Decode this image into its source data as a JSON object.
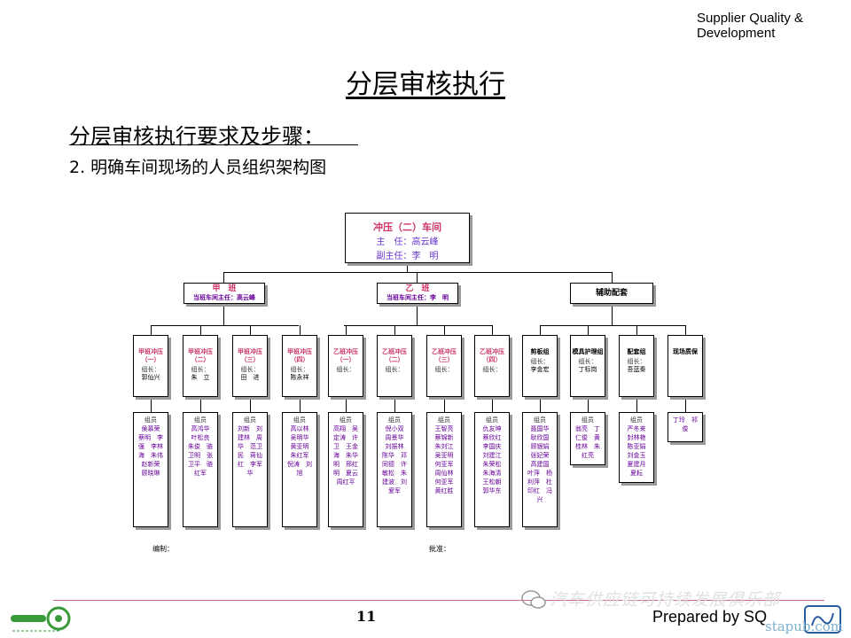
{
  "header": {
    "tag_line1": "Supplier Quality &",
    "tag_line2": "Development"
  },
  "title": "分层审核执行",
  "subtitle": "分层审核执行要求及步骤：",
  "step": "2. 明确车间现场的人员组织架构图",
  "org": {
    "root": {
      "name": "冲压（二）车间",
      "director": "主　任：高云峰",
      "deputy": "副主任：李　明"
    },
    "shifts": [
      {
        "name": "甲　班",
        "sub": "当班车间主任：高云峰"
      },
      {
        "name": "乙　班",
        "sub": "当班车间主任：李　明"
      },
      {
        "name": "辅助配套",
        "sub": ""
      }
    ],
    "teams": [
      {
        "name": "甲班冲压（一）",
        "leader_label": "组长：",
        "leader": "郭仙兴"
      },
      {
        "name": "甲班冲压（二）",
        "leader_label": "组长：",
        "leader": "朱　立"
      },
      {
        "name": "甲班冲压（三）",
        "leader_label": "组长：",
        "leader": "田　进"
      },
      {
        "name": "甲班冲压（四）",
        "leader_label": "组长：",
        "leader": "陈永祥"
      },
      {
        "name": "乙班冲压（一）",
        "leader_label": "组长：",
        "leader": ""
      },
      {
        "name": "乙班冲压（二）",
        "leader_label": "组长：",
        "leader": ""
      },
      {
        "name": "乙班冲压（三）",
        "leader_label": "组长：",
        "leader": ""
      },
      {
        "name": "乙班冲压（四）",
        "leader_label": "组长：",
        "leader": ""
      },
      {
        "name": "剪板组",
        "leader_label": "组长：",
        "leader": "李金宏"
      },
      {
        "name": "模具护理组",
        "leader_label": "组长：",
        "leader": "丁标岗"
      },
      {
        "name": "配套组",
        "leader_label": "组长：",
        "leader": "吾蓝秦"
      },
      {
        "name": "现场质保",
        "leader_label": "",
        "leader": ""
      }
    ],
    "members": [
      {
        "label": "组员",
        "names": "侯慕荣　蔡明　李强　李林海　朱伟　赵新荣　顾晓琳"
      },
      {
        "label": "组员",
        "names": "高鸿华　叶松良　朱俊　骆卫明　张卫平　骆红军"
      },
      {
        "label": "组员",
        "names": "刘新　刘建林　周华　范卫民　蒋仙红　李军华"
      },
      {
        "label": "组员",
        "names": "高以林　吴明华　黄亚明　朱红军　倪涛　刘旭"
      },
      {
        "label": "组员",
        "names": "高翔　吴定涛　许卫　王金海　朱华明　邢红明　夏云　周红平"
      },
      {
        "label": "组员",
        "names": "倪小双　周景华　刘振林　陈华　邓同德　许敏松　朱建波　刘爱军"
      },
      {
        "label": "组员",
        "names": "王智亮　蔡锦新　朱刘江　吴亚明　何亚军　周仙林　何亚军　黄红胜"
      },
      {
        "label": "组员",
        "names": "仇友坤　蔡欣红　李国庆　刘建江　朱荣松　朱海清　王松朝　郭华东"
      },
      {
        "label": "组员",
        "names": "聂国华　耿欣国　顾银娟　张妃荣　高建国　叶萍　杨利萍　杜印红　冯兴"
      },
      {
        "label": "组员",
        "names": "翁亮　丁仁俊　黄桂林　朱红亮"
      },
      {
        "label": "组员",
        "names": "严冬来　封林艳　陈亚娟　刘金玉　夏建月　夏耘"
      },
      {
        "label": "",
        "names": "丁玲　祁俊"
      }
    ]
  },
  "sign": {
    "compiled": "编制：",
    "approved": "批准："
  },
  "footer": {
    "page": "11",
    "prepared": "Prepared by SQ",
    "wechat": "汽车供应链可持续发展俱乐部",
    "watermark": "stapub.com"
  },
  "colors": {
    "accent": "#cc3366",
    "sub": "#660099",
    "rule": "#cc6699"
  }
}
